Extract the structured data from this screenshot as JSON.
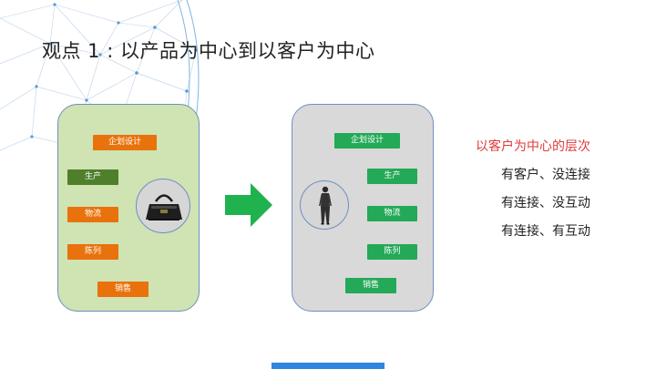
{
  "slide": {
    "title": "观点 1 : 以产品为中心到以客户为中心"
  },
  "product_panel": {
    "tags": [
      "企划设计",
      "生产",
      "物流",
      "陈列",
      "销售"
    ],
    "center_icon": "bag-icon"
  },
  "customer_panel": {
    "tags": [
      "企划设计",
      "生产",
      "物流",
      "陈列",
      "销售"
    ],
    "center_icon": "person-icon"
  },
  "levels": {
    "heading": "以客户为中心的层次",
    "items": [
      "有客户、没连接",
      "有连接、没互动",
      "有连接、有互动"
    ]
  },
  "colors": {
    "orange": "#e9720c",
    "green": "#23a957",
    "olive": "#4f7f2b",
    "product_bg": "#cfe3b3",
    "customer_bg": "#d9d9d9",
    "heading_red": "#e03a3a",
    "accent_blue": "#2e86e0"
  },
  "icons": {
    "arrow": "right-arrow-icon",
    "decoration": "network-decoration"
  }
}
